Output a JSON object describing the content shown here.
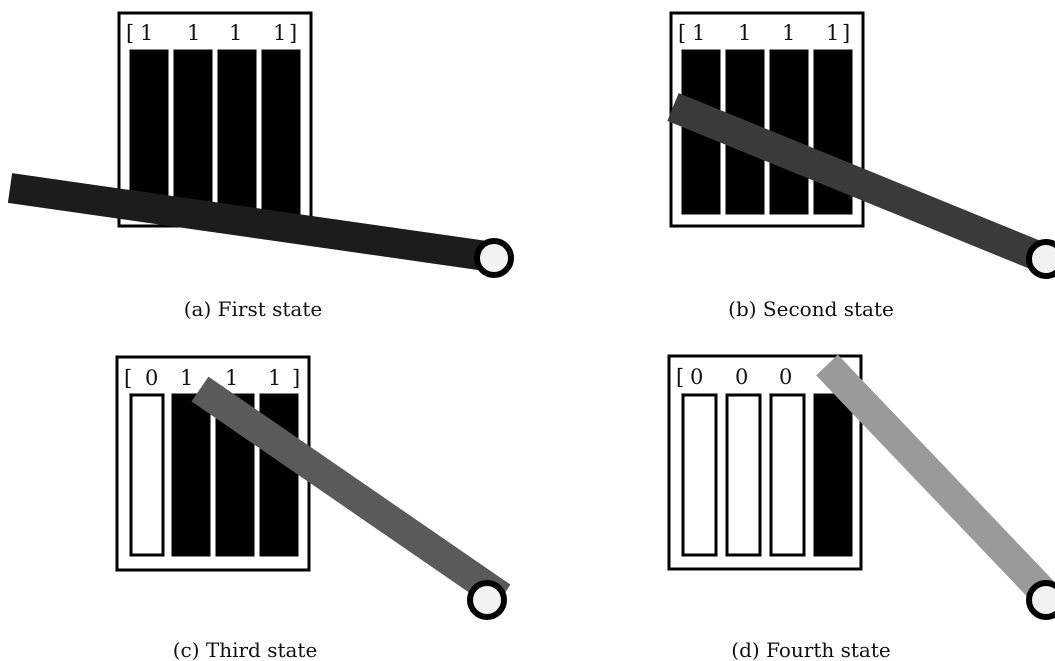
{
  "figure": {
    "panels": [
      {
        "caption": "(a) First state",
        "vector": {
          "open": "[",
          "values": [
            "1",
            "1",
            "1",
            "1"
          ],
          "close": "]"
        },
        "bars_filled": [
          true,
          true,
          true,
          true
        ],
        "arm_color": "#1c1c1c"
      },
      {
        "caption": "(b) Second state",
        "vector": {
          "open": "[",
          "values": [
            "1",
            "1",
            "1",
            "1"
          ],
          "close": "]"
        },
        "bars_filled": [
          true,
          true,
          true,
          true
        ],
        "arm_color": "#3a3a3a"
      },
      {
        "caption": "(c) Third state",
        "vector": {
          "open": "[",
          "values": [
            "0",
            "1",
            "1",
            "1"
          ],
          "close": "]"
        },
        "bars_filled": [
          false,
          true,
          true,
          true
        ],
        "arm_color": "#5a5a5a"
      },
      {
        "caption": "(d) Fourth state",
        "vector": {
          "open": "[",
          "values": [
            "0",
            "0",
            "0",
            "1"
          ],
          "close": "]"
        },
        "bars_filled": [
          false,
          false,
          false,
          true
        ],
        "arm_color": "#9a9a9a"
      }
    ],
    "colors": {
      "box_stroke": "#000000",
      "bar_filled": "#000000",
      "bar_empty": "#ffffff",
      "joint_fill": "#f2f2f2",
      "joint_stroke": "#000000"
    }
  }
}
